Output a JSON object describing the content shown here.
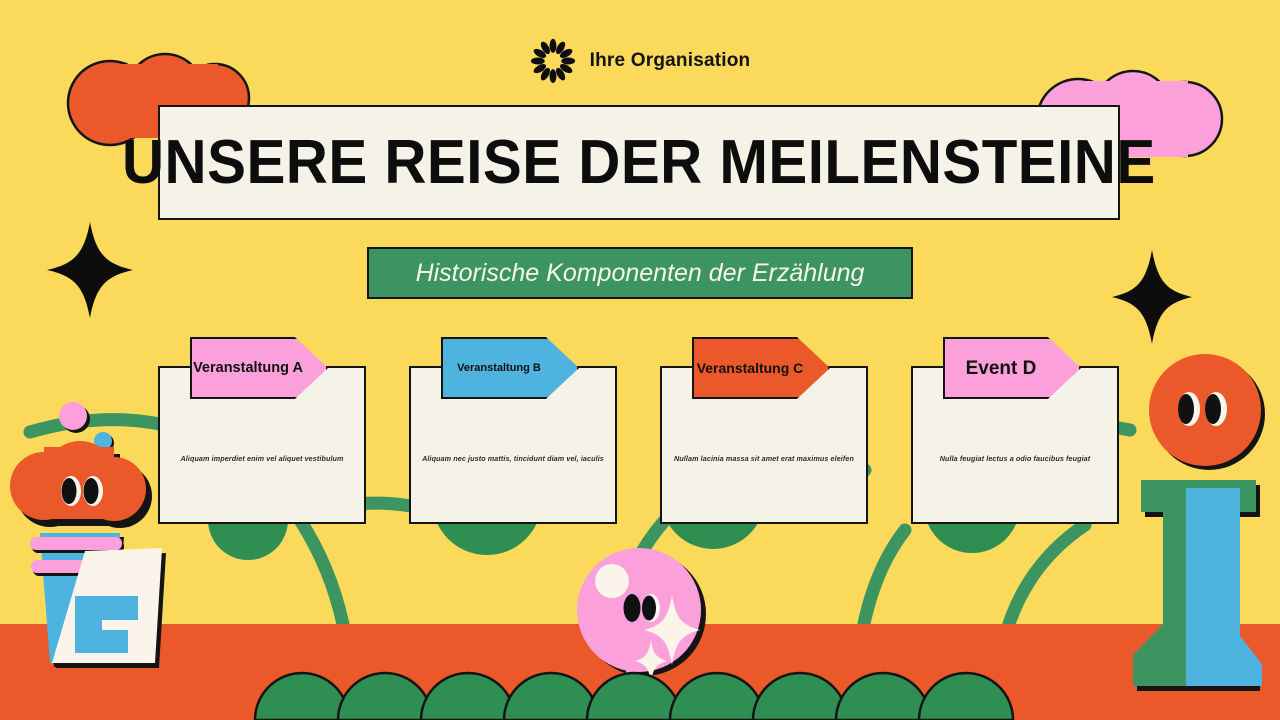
{
  "slide": {
    "background_color": "#FBD95B",
    "ground_color": "#EB5829"
  },
  "header": {
    "logo_icon": "sunburst-flower-icon",
    "organization": "Ihre Organisation",
    "title": "UNSERE REISE DER MEILENSTEINE",
    "subtitle": "Historische Komponenten der Erzählung",
    "title_bg": "#F5F3E7",
    "subtitle_bg": "#3C9460"
  },
  "timeline": {
    "cards": [
      {
        "id": "a",
        "ribbon_label": "Veranstaltung A",
        "ribbon_color": "#FBA0DA",
        "body": "Aliquam imperdiet enim vel aliquet vestibulum"
      },
      {
        "id": "b",
        "ribbon_label": "Veranstaltung B",
        "ribbon_color": "#4FB3DF",
        "body": "Aliquam nec justo mattis, tincidunt diam vel, iaculis"
      },
      {
        "id": "c",
        "ribbon_label": "Veranstaltung C",
        "ribbon_color": "#EB5829",
        "body": "Nullam lacinia massa sit amet erat maximus eleifen"
      },
      {
        "id": "d",
        "ribbon_label": "Event D",
        "ribbon_color": "#FBA0DA",
        "body": "Nulla feugiat lectus a odio faucibus feugiat"
      }
    ]
  },
  "decorations": {
    "cloud_left_color": "#EB5829",
    "cloud_right_color": "#FBA0DA",
    "sparkle_color": "#0D0D0D",
    "vine_color": "#3C9460",
    "leaf_color": "#2F8F52",
    "balloon_color": "#FBA0DA",
    "character_head_color": "#EB5829",
    "character_body_color": "#4FB3DF",
    "pillar_green": "#3C9460",
    "pillar_blue": "#4FB3DF",
    "items": [
      "cloud-orange-top-left",
      "cloud-pink-top-right",
      "sparkle-left",
      "sparkle-right",
      "vine-stems",
      "leaf-circles",
      "character-left",
      "balloon-center",
      "orb-right",
      "pillar-right",
      "bush-row"
    ]
  }
}
